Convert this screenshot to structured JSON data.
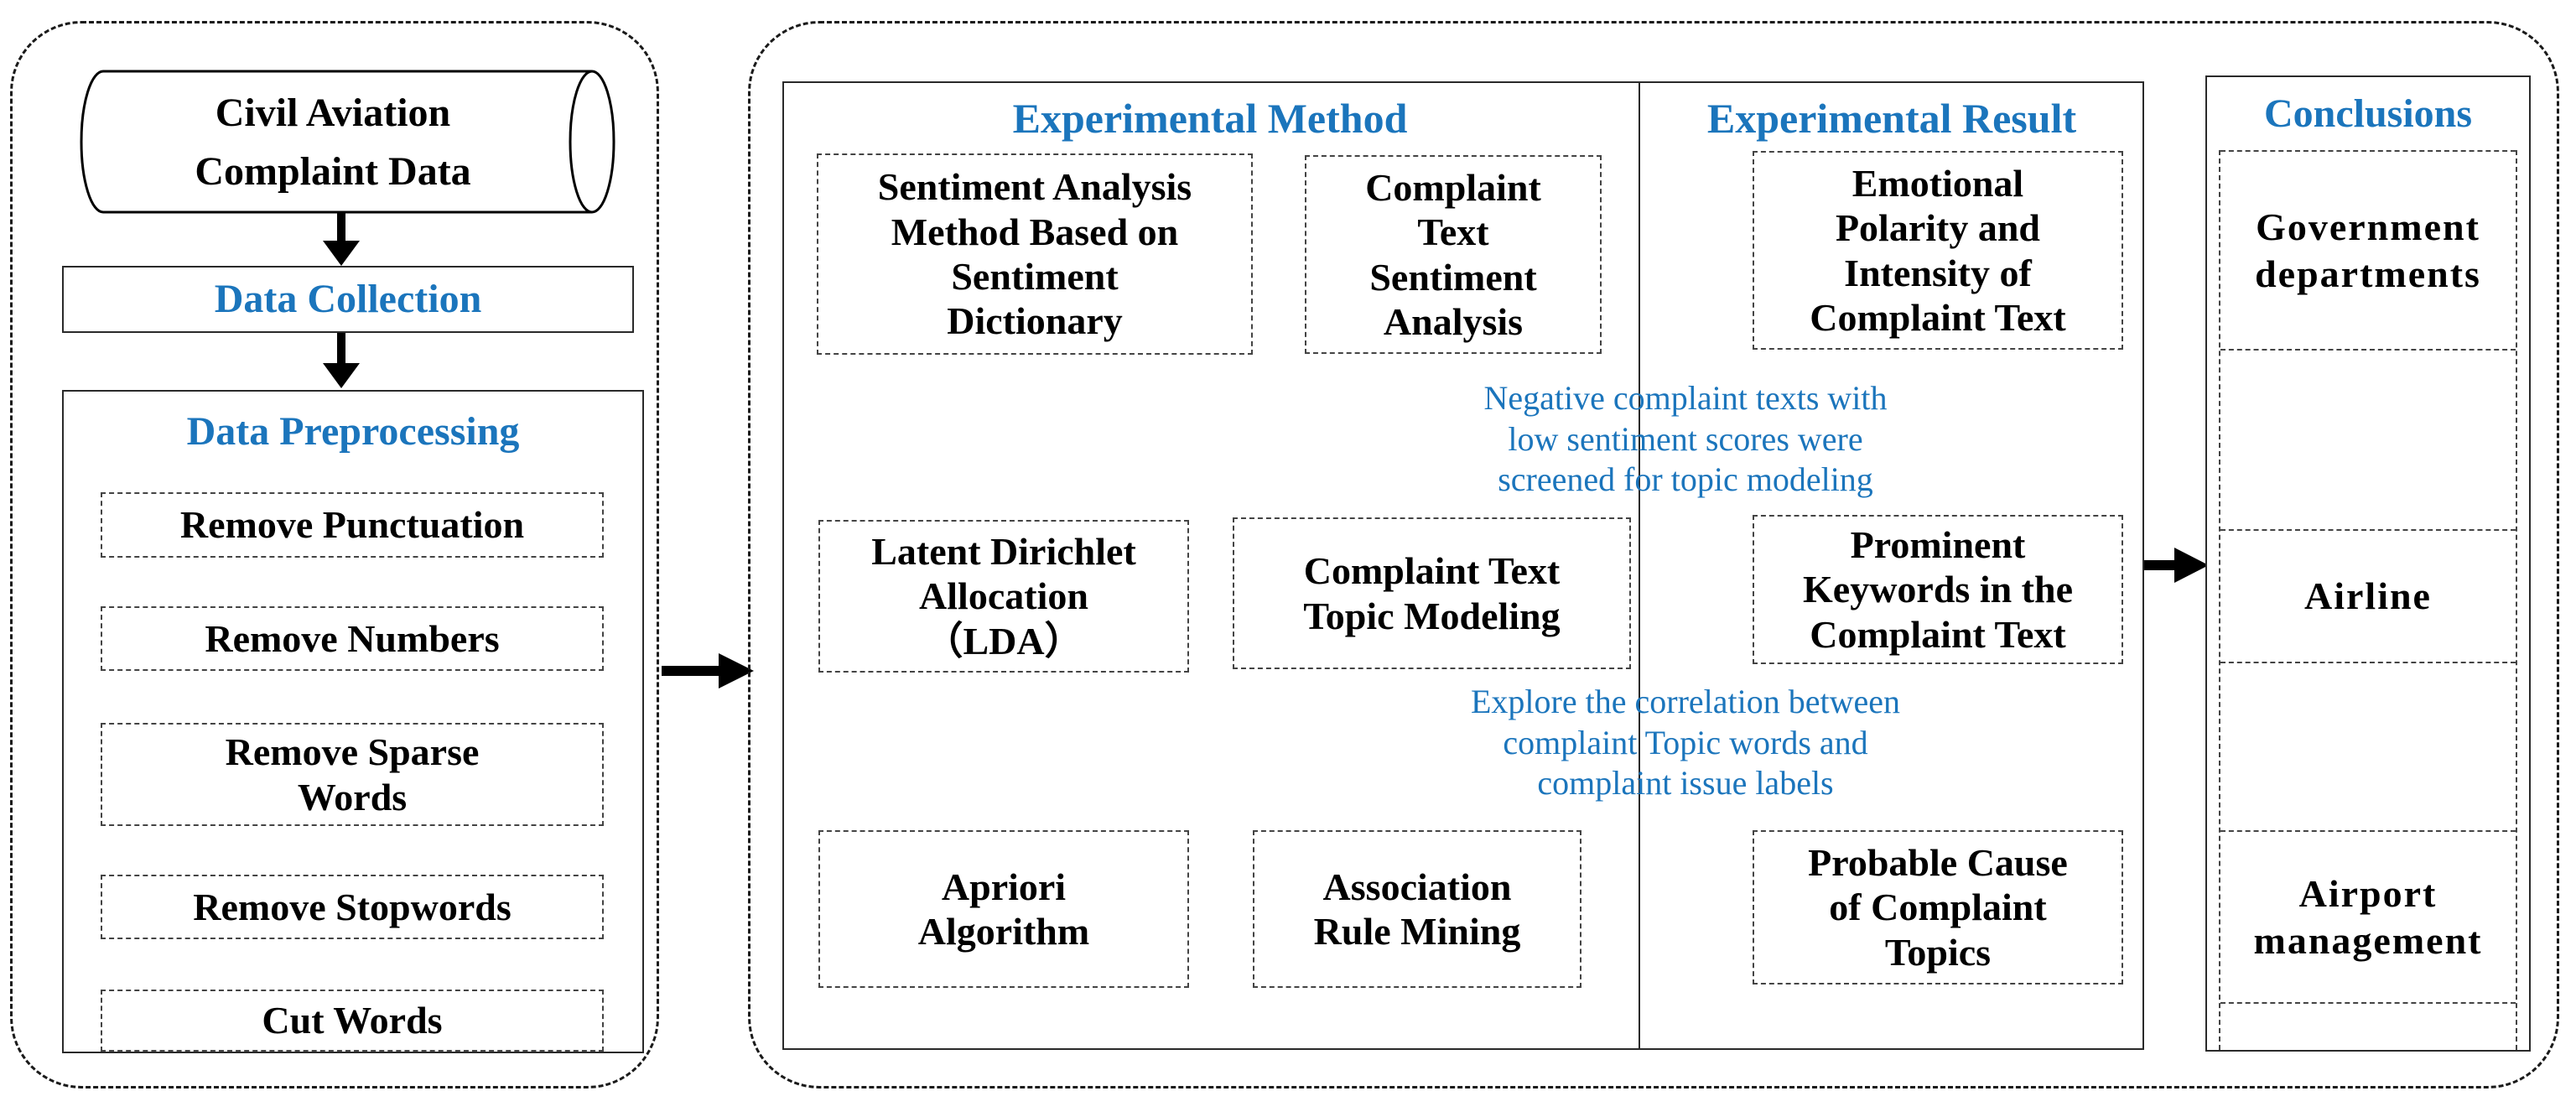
{
  "colors": {
    "accent_blue": "#1B75BC",
    "line_black": "#000000"
  },
  "left_panel": {
    "source_cylinder": "Civil Aviation\nComplaint Data",
    "data_collection": "Data Collection",
    "data_preprocessing": "Data Preprocessing",
    "steps": [
      "Remove Punctuation",
      "Remove Numbers",
      "Remove Sparse\nWords",
      "Remove Stopwords",
      "Cut Words"
    ]
  },
  "experiment_panel": {
    "method_header": "Experimental Method",
    "result_header": "Experimental Result",
    "rows": [
      {
        "method_input": "Sentiment Analysis\nMethod Based on\nSentiment\nDictionary",
        "method": "Complaint\nText\nSentiment\nAnalysis",
        "result": "Emotional\nPolarity and\nIntensity of\nComplaint Text"
      },
      {
        "method_input": "Latent Dirichlet\nAllocation\n（LDA）",
        "method": "Complaint Text\nTopic Modeling",
        "result": "Prominent\nKeywords in the\nComplaint Text"
      },
      {
        "method_input": "Apriori\nAlgorithm",
        "method": "Association\nRule Mining",
        "result": "Probable Cause\nof Complaint\nTopics"
      }
    ],
    "annotations": [
      "Negative complaint texts with\nlow sentiment scores were\nscreened for topic modeling",
      "Explore the correlation between\ncomplaint Topic words and\ncomplaint issue labels"
    ]
  },
  "conclusions_panel": {
    "header": "Conclusions",
    "items": [
      "Government\ndepartments",
      "Airline",
      "Airport\nmanagement"
    ]
  }
}
